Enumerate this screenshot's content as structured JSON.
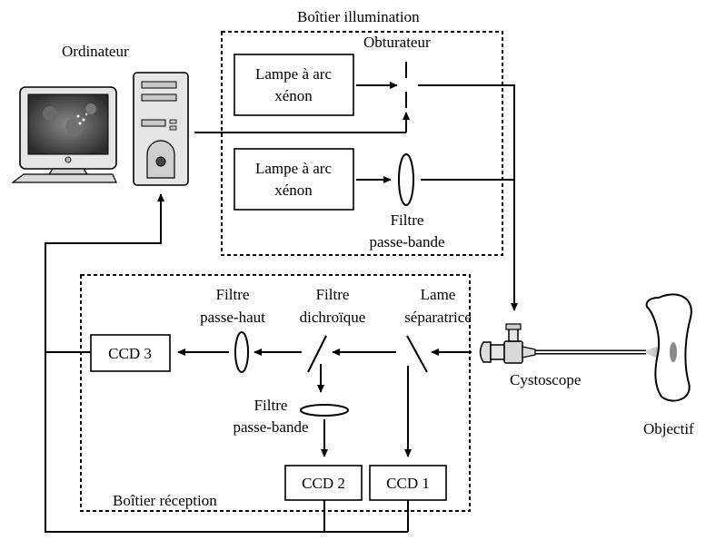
{
  "labels": {
    "ordinateur": "Ordinateur",
    "boitier_illumination": "Boîtier illumination",
    "obturateur": "Obturateur",
    "lampe_line1": "Lampe à arc",
    "lampe_line2": "xénon",
    "filtre": "Filtre",
    "passe_bande": "passe-bande",
    "passe_haut": "passe-haut",
    "dichroique": "dichroïque",
    "lame": "Lame",
    "separatrice": "séparatrice",
    "ccd1": "CCD 1",
    "ccd2": "CCD 2",
    "ccd3": "CCD 3",
    "boitier_reception": "Boîtier réception",
    "cystoscope": "Cystoscope",
    "objectif": "Objectif"
  }
}
